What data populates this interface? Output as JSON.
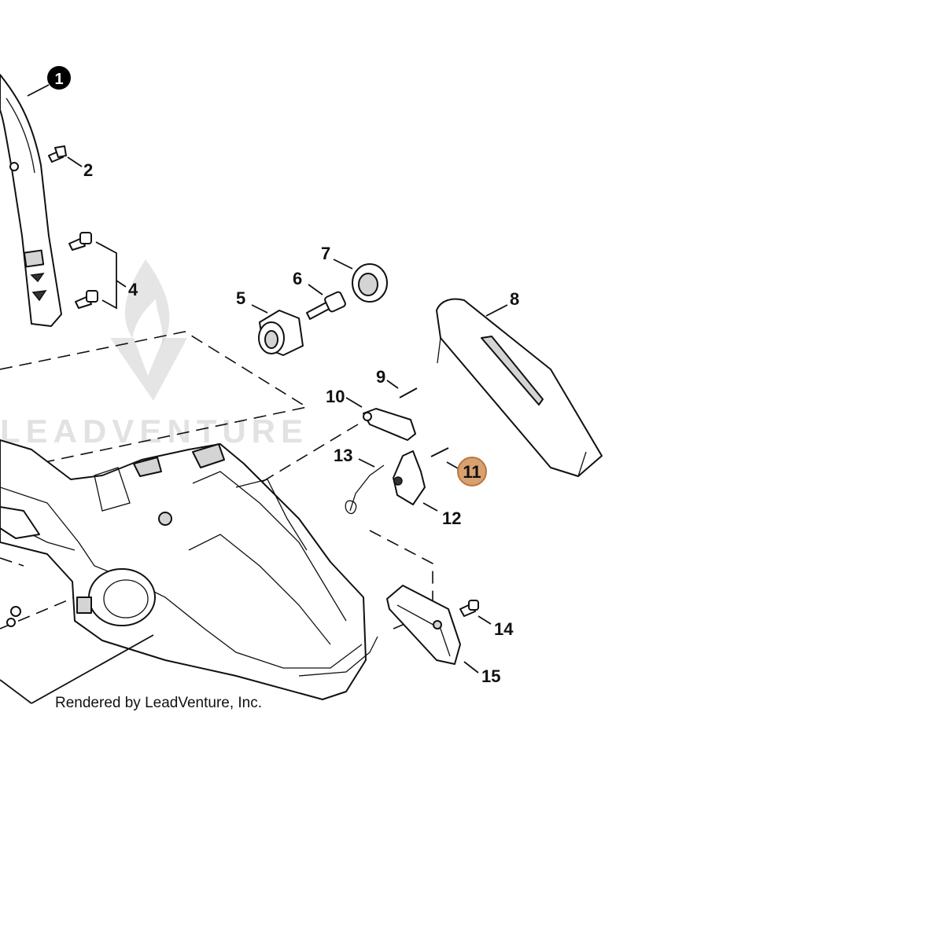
{
  "diagram": {
    "watermark_text": "LEADVENTURE",
    "credit": "Rendered by LeadVenture, Inc.",
    "highlight_color": "#d9a070",
    "callout_1_color": "#000000",
    "callouts": {
      "c1": "1",
      "c2": "2",
      "c4": "4",
      "c5": "5",
      "c6": "6",
      "c7": "7",
      "c8": "8",
      "c9": "9",
      "c10": "10",
      "c11": "11",
      "c12": "12",
      "c13": "13",
      "c14": "14",
      "c15": "15"
    },
    "highlighted_part": "11"
  }
}
